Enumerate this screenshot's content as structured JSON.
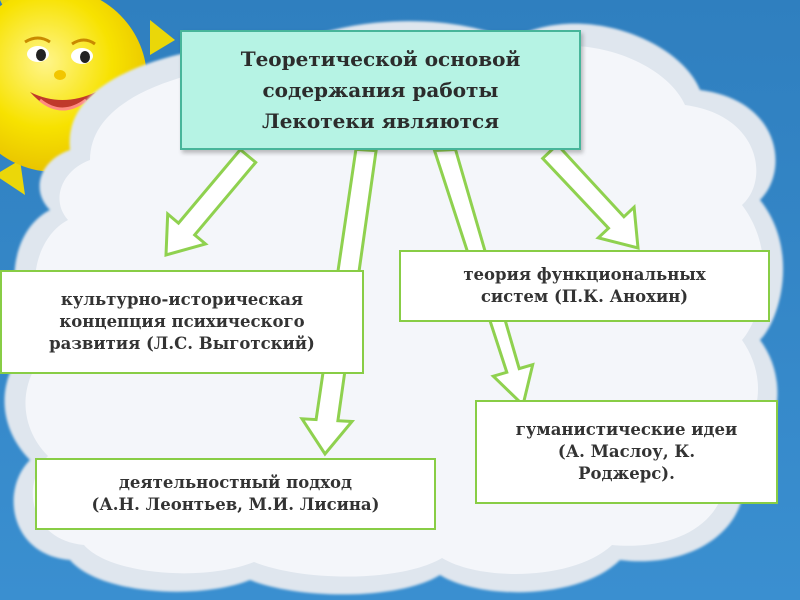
{
  "colors": {
    "sky_top": "#2f7fbf",
    "sky_bottom": "#3a8fd0",
    "cloud": "#eef1f6",
    "arrow_fill": "#ffffff",
    "arrow_stroke": "#8fd14f",
    "main_box_fill": "#b6f3e4",
    "main_box_border": "#48b59a",
    "sub_box_border": "#88cd45",
    "sun": "#f7e200"
  },
  "decor": {
    "sun_icon": "smiling-sun",
    "cloud_icon": "cloud"
  },
  "main": {
    "lines": [
      "Теоретической основой",
      "содержания работы",
      "Лекотеки являются"
    ]
  },
  "items": {
    "vygotsky": {
      "lines": [
        "культурно-историческая",
        "концепция психического",
        "развития (Л.С. Выготский)"
      ]
    },
    "anokhin": {
      "lines": [
        "теория функциональных",
        "систем (П.К. Анохин)"
      ]
    },
    "maslow": {
      "lines": [
        "гуманистические идеи",
        "(А. Маслоу, К.",
        "Роджерс)."
      ]
    },
    "leontiev": {
      "lines": [
        "деятельностный подход",
        "(А.Н. Леонтьев, М.И. Лисина)"
      ]
    }
  }
}
